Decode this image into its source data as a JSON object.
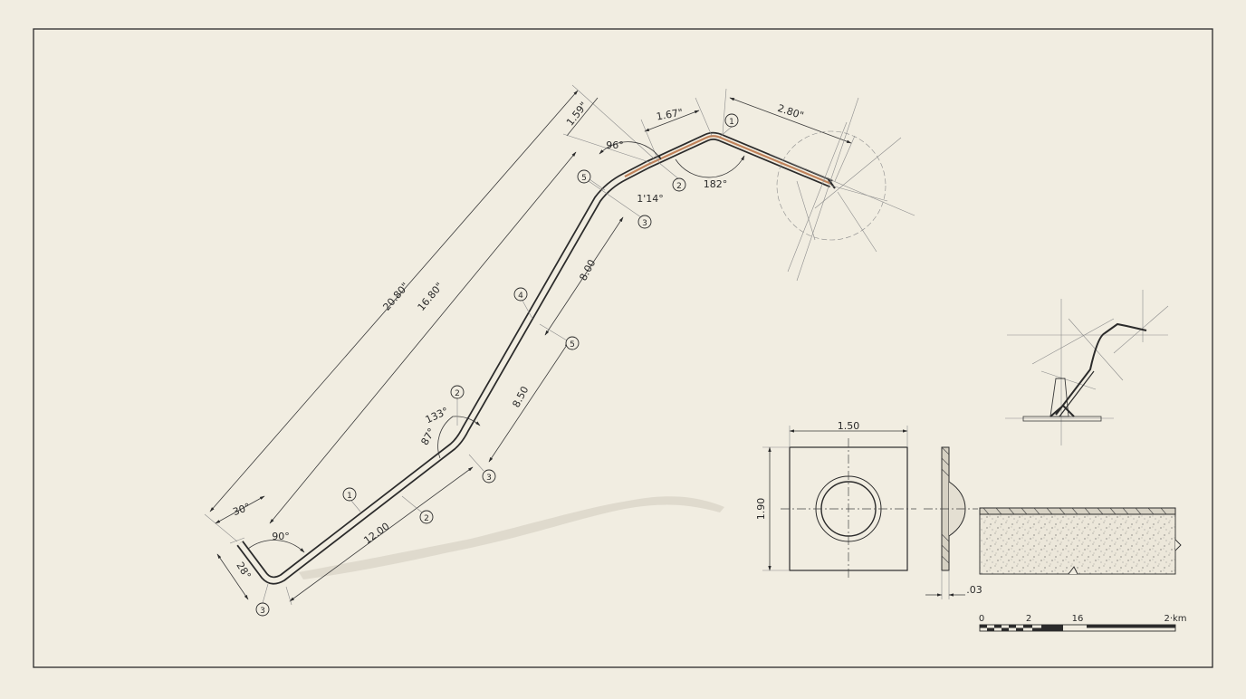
{
  "dimensions": {
    "d_20_80": "20.80\"",
    "d_16_80": "16.80\"",
    "d_1_59": "1.59\"",
    "d_1_67": "1.67\"",
    "d_2_80": "2.80\"",
    "d_8_00": "8.00",
    "d_8_50": "8.50",
    "d_12_00": "12.00",
    "d_1_50": "1.50",
    "d_1_90": "1.90",
    "d_03": ".03"
  },
  "angles": {
    "a_96": "96°",
    "a_114": "1'14°",
    "a_182": "182°",
    "a_133": "133°",
    "a_87": "87°",
    "a_90": "90°",
    "a_30": "30°",
    "a_28": "28°"
  },
  "balloons": {
    "b1_top": "1",
    "b2_top": "2",
    "b3_upper": "3",
    "b5_upper": "5",
    "b4_mid": "4",
    "b5_mid": "5",
    "b2_lower": "2",
    "b3_lower": "3",
    "b1_low": "1",
    "b2_low": "2",
    "b3_bottom": "3"
  },
  "scale_bar": {
    "labels": [
      "0",
      "2",
      "16",
      "2·km"
    ]
  },
  "colors": {
    "paper": "#f1ede1",
    "ink": "#2b2b2b",
    "copper": "#c0825a"
  }
}
